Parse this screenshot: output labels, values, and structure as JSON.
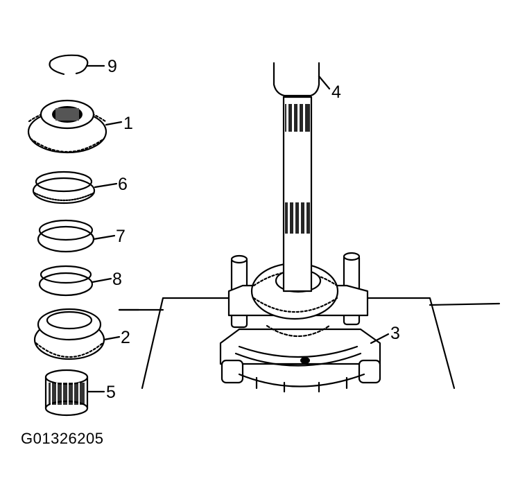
{
  "figure": {
    "id_label": "G01326205",
    "callouts": [
      {
        "key": "c9",
        "text": "9"
      },
      {
        "key": "c1",
        "text": "1"
      },
      {
        "key": "c6",
        "text": "6"
      },
      {
        "key": "c7",
        "text": "7"
      },
      {
        "key": "c8",
        "text": "8"
      },
      {
        "key": "c2",
        "text": "2"
      },
      {
        "key": "c5",
        "text": "5"
      },
      {
        "key": "c4",
        "text": "4"
      },
      {
        "key": "c3",
        "text": "3"
      }
    ]
  }
}
